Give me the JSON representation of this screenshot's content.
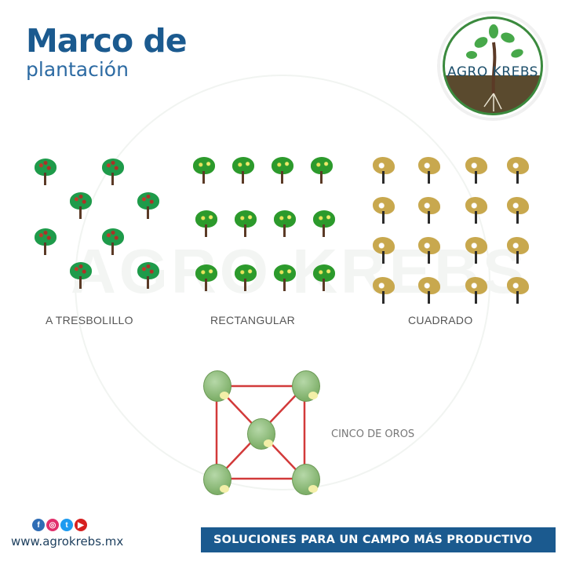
{
  "header": {
    "title_line1": "Marco de",
    "title_line2": "plantación"
  },
  "logo": {
    "text": "AGRO KREBS",
    "watermark": "AGRO KREBS"
  },
  "layouts": [
    {
      "label": "A TRESBOLILLO",
      "tree_type": "apple-tree-icon",
      "pattern": "staggered",
      "count": 8
    },
    {
      "label": "RECTANGULAR",
      "tree_type": "lemon-tree-icon",
      "pattern": "3 rows x 4 columns",
      "count": 12
    },
    {
      "label": "CUADRADO",
      "tree_type": "olive-tree-icon",
      "pattern": "4 rows x 4 columns",
      "count": 16
    }
  ],
  "cinco_de_oros": {
    "label": "CINCO DE OROS",
    "plant_icon": "cabbage-icon",
    "line_color": "#d23a3a",
    "count": 5
  },
  "footer": {
    "social_icons": [
      "facebook-icon",
      "instagram-icon",
      "twitter-icon",
      "youtube-icon"
    ],
    "website": "www.agrokrebs.mx",
    "slogan": "SOLUCIONES PARA UN CAMPO MÁS PRODUCTIVO"
  },
  "colors": {
    "brand_blue": "#1b5a8f",
    "logo_green": "#3b8a3e"
  }
}
